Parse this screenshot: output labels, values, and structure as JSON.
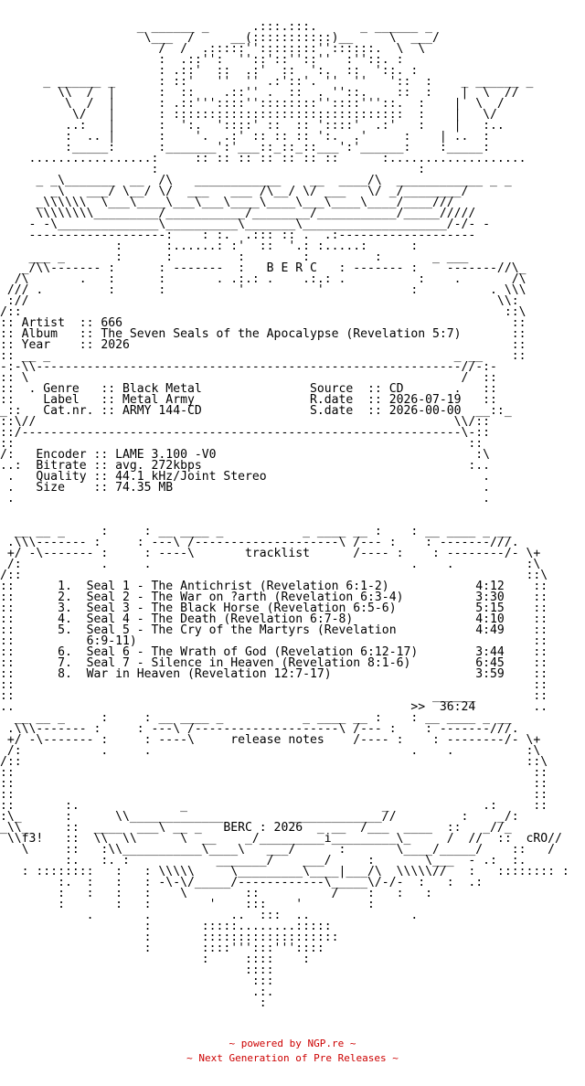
{
  "nfo_lines": [
    "                   _ ______ _      .:::.:::.      _ ______ _",
    "                    \\___  /     __(:::::::::::)__     \\  ___/",
    "                      /  /  .:::::''::::::::''::::::.  \\  \\",
    "                      :  .::'':  ''::'::''::''  :''::. :",
    "                      : .::'  ::  .:'  ::  ':.  ::  '::. :",
    "      _ ______ _      : ::'   ''  '' .:'::'. ''  ''   '::  :    _ ______ _",
    "        \\\\  /  |      :  ::    .::'' .  ::  . ''::.    ::  :    |  \\  //",
    "         \\  /  |      : .::'''::::''::::::::''::::'''::.  :    |  \\  /",
    "          \\/   |      : ::::::::::::::::::::::::::::::::  :    |   \\/",
    "         ..:   |      :  ':.  '::::' ::  :: '::::'  .:'   :    |   :..",
    "         :  .. |      :    '.  .:' :: :: :: ':.  .'     :    | ..  :",
    "         :_____:      :_______':'___::_::_::___':'______:    :_____:",
    "    .................:     :: :: :: :: :: :: ::      :...................",
    "                     :                                    :",
    "     _ _\\_______  __  /\\   ____________    __  ____/\\  ____________ _ _",
    "       _\\   ___/ \\__/ \\/  ___   ___ /\\__/ \\/ ___   \\/ _/________/",
    "     _\\\\\\\\\\\\  \\___\\____\\___\\___\\____\\____\\___\\____\\____/____///",
    "     \\\\\\\\\\\\\\\\_________/___________/________/___________/_____/////",
    "    - -\\______________\\__________\\_______\\____________________/-/- -",
    "    -------------------:    : :.  .::: :: .  .:-------------------",
    "                :      :......: :'  ::  '.: :.....:      :",
    "    ___ _       :      :         :        :         :       _ ___",
    "   _/\\\\------- :      : -------  :   B E R C   : ------- :    -------//\\_",
    "  /\\       .   :      :       . .:.: .    .:.: .          :    .       /\\",
    " /// .         :      :          '          '            :          . \\\\\\",
    " ://                                                                 \\\\:",
    "/::                                                                   ::\\",
    ":: Artist  :: 666                                                      ::",
    ":: Album   :: The Seven Seals of the Apocalypse (Revelation 5:7)       ::",
    ":: Year    :: 2026                                                     ::",
    ":: __ _                                                        _ __    ::",
    "-:-\\\\-----------------------------------------------------------//-:-",
    ":: \\                                                            /  ::",
    "::  . Genre   :: Black Metal               Source  :: CD       .   ::",
    "::    Label   :: Metal Army                R.date  :: 2026-07-19   ::",
    "_::   Cat.nr. :: ARMY 144-CD               S.date  :: 2026-00-00  __::_",
    "::\\//                                                          \\\\/::",
    "::/-------------------------------------------------------------\\-::",
    "::                                                               ::",
    "/:   Encoder :: LAME 3.100 -V0                                    :\\",
    "..:  Bitrate :: avg. 272kbps                                     :..",
    " .   Quality :: 44.1 kHz/Joint Stereo                              .",
    " .   Size    :: 74.35 MB                                           .",
    " .                                                                 .",
    "",
    "",
    "  __ __ _     :     : __ ____ _           _ ____ __ :    : __ ____ _ __",
    " .\\\\\\------- :     : ---\\ /--------------------\\ /--- :    : -------///.",
    " +/ -\\------- :     : ----\\       tracklist      /---- :    : --------/- \\+",
    " /:           .     .                                    .    .          :\\",
    "/::                                                                      ::\\",
    "::      1.  Seal 1 - The Antichrist (Revelation 6:1-2)            4:12    ::",
    "::      2.  Seal 2 - The War on ?arth (Revelation 6:3-4)          3:30    ::",
    "::      3.  Seal 3 - The Black Horse (Revelation 6:5-6)           5:15    ::",
    "::      4.  Seal 4 - The Death (Revelation 6:7-8)                 4:10    ::",
    "::      5.  Seal 5 - The Cry of the Martyrs (Revelation           4:49    ::",
    "::          6:9-11)                                                       ::",
    "::      6.  Seal 6 - The Wrath of God (Revelation 6:12-17)        3:44    ::",
    "::      7.  Seal 7 - Silence in Heaven (Revelation 8:1-6)         6:45    ::",
    "::      8.  War in Heaven (Revelation 12:7-17)                    3:59    ::",
    "::                                                                        ::",
    "::                                                          ______        ::",
    "..                                                       >>  36:24        ..",
    "  __ __ _     :     : __ ____ _           _ ____ __ :    : __ ____ _ __",
    " .\\\\\\------- :     : ---\\ /--------------------\\ /--- :    : -------///.",
    " +/ -\\------- :     : ----\\     release notes    /---- :    : --------/- \\+",
    " /:           .     .                                    .    .          :\\",
    "/::                                                                      ::\\",
    "::                                                                        ::",
    "::                                                                        ::",
    "::                                                                        ::",
    "::       :.              _                           _             .:     ::",
    ":\\_      :      \\\\_____________         _____________//         :    _/:",
    "_\\\\_     ::  ____  ___\\ __ _   BERC : 2026  _ __  /___  ____  ::   _//_",
    " \\\\f3!   ::  \\\\  \\\\      \\  __    _/_________i_________\\_     /  //  ::  cRO//",
    "   \\     ::   :\\\\___________\\____\\   ___/      :       \\____/_____/    ::   /",
    "         :.   :. :            _______/    ___/     :       \\___  - .:  :.",
    "   : ::::::::   :   : \\\\\\\\\\     \\_________\\____|___/\\  \\\\\\\\\\//   :   :::::::: :",
    "        :.  :   :   : -\\-\\/_____/------------\\_____\\/-/-  :   :  .:",
    "        :   :   :   :    \\        ::          /    :   :   :",
    "        :       :   :        '    :::    '         :",
    "            .       .           ..  :::  ..              .",
    "                    :       :::::........:::::",
    "                    :       :::::::::::::::::::",
    "                    :       ::::''':::'''::::",
    "                            :     ::::    :",
    "                                  ::::",
    "                                   :::",
    "                                   .:.",
    "                                    :"
  ],
  "footer": {
    "line1": "~ powered by NGP.re ~",
    "line2": "~ Next Generation of Pre Releases ~"
  },
  "colors": {
    "text": "#000000",
    "footer_text": "#cc0000",
    "background": "#ffffff"
  }
}
